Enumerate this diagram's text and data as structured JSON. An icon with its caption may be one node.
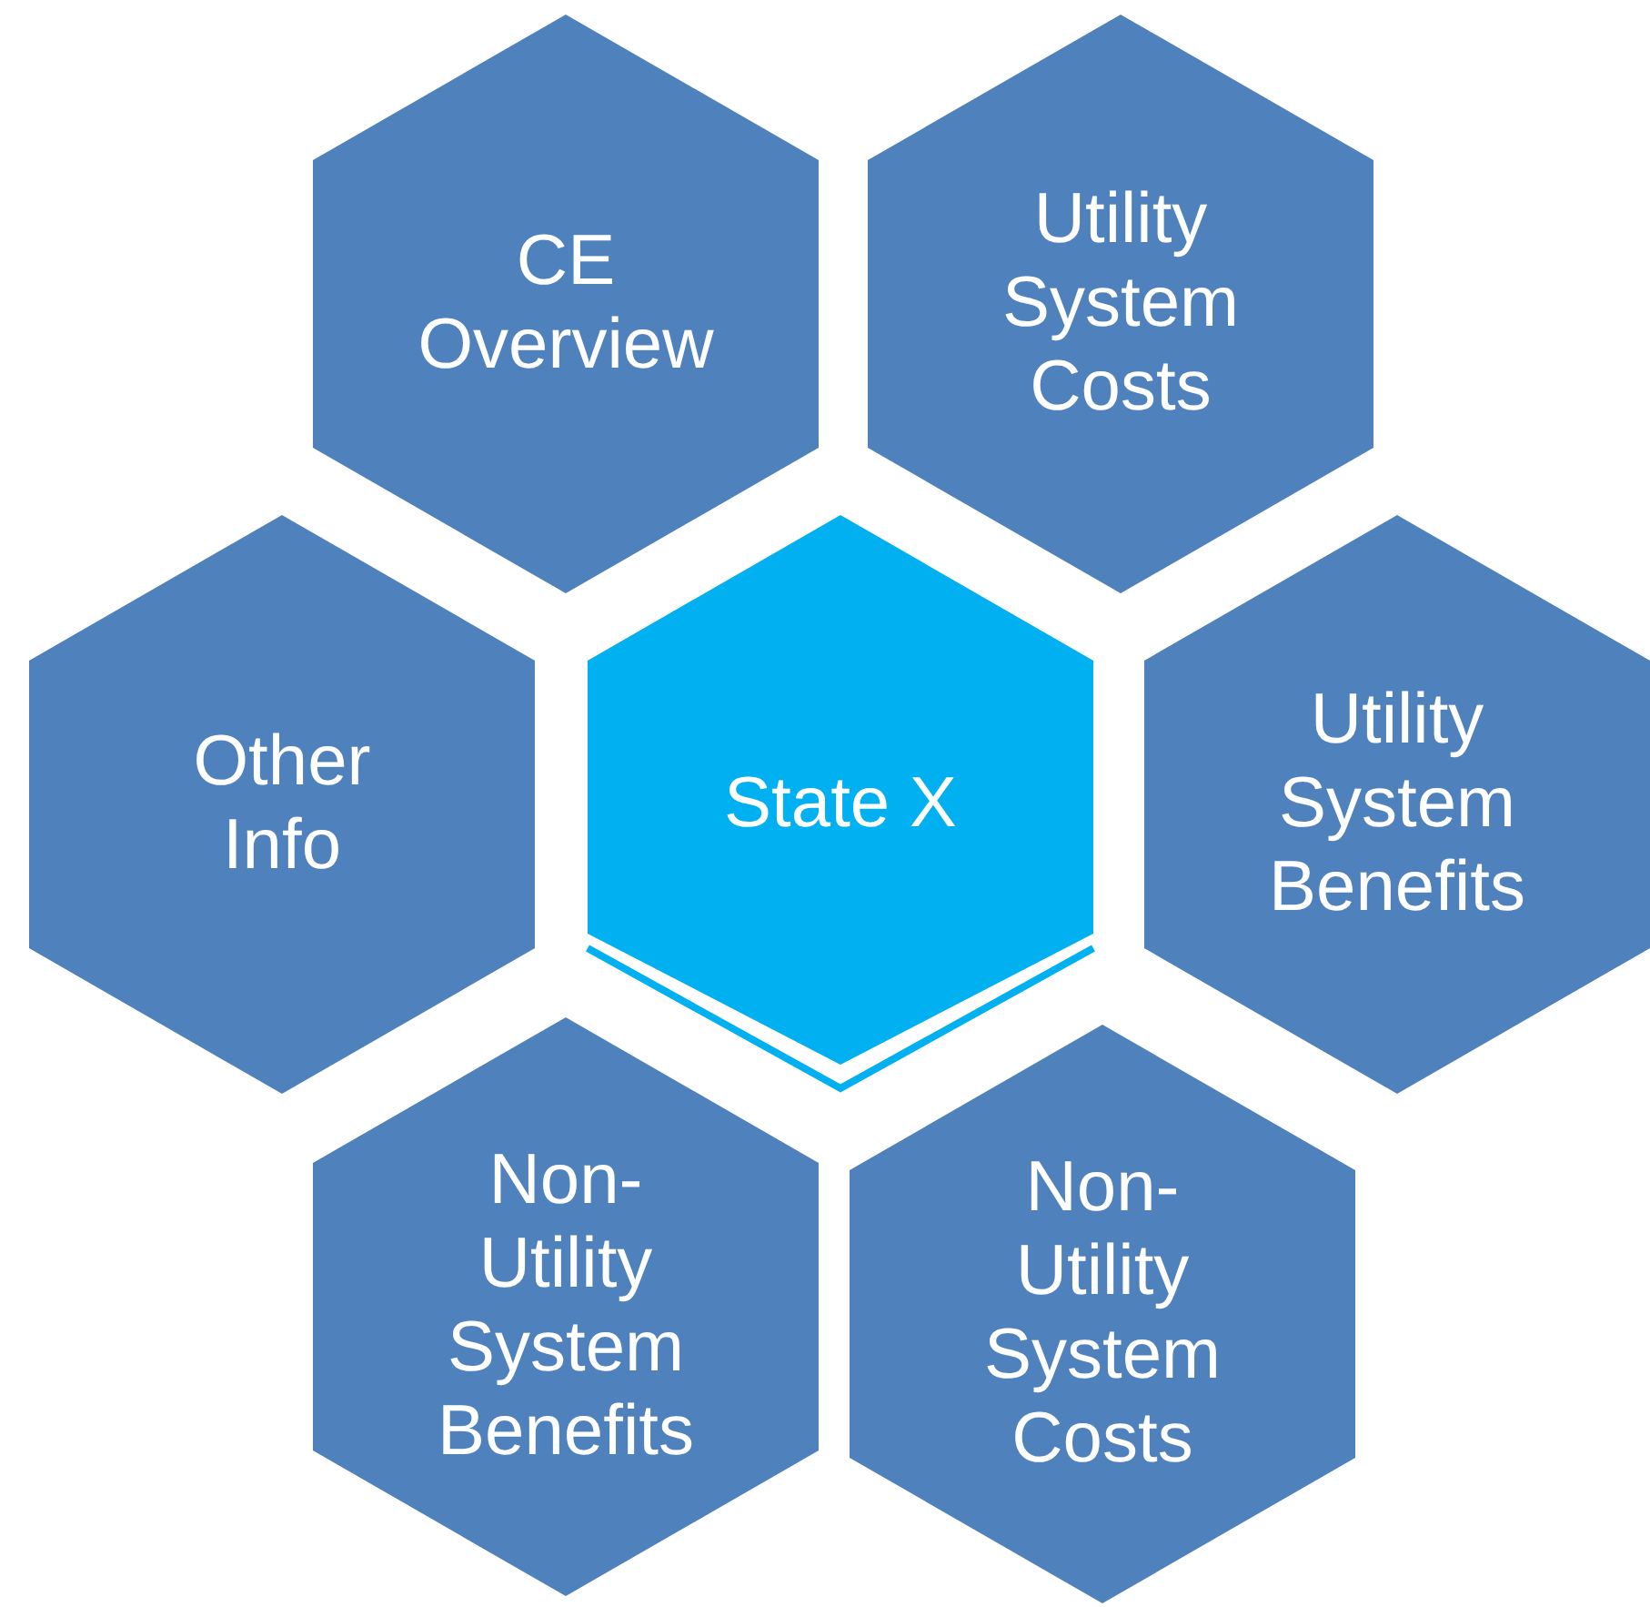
{
  "diagram": {
    "nodes": [
      {
        "text": [
          "CE Overview"
        ]
      },
      {
        "text": [
          "Utility System Costs"
        ]
      },
      {
        "text": [
          "Other Info"
        ]
      },
      {
        "text": [
          "State X"
        ]
      },
      {
        "text": [
          "Utility System Benefits"
        ]
      },
      {
        "text": [
          "Non-Utility System Benefits"
        ]
      },
      {
        "text": [
          "Non-Utility System Costs"
        ]
      }
    ],
    "edges": []
  }
}
